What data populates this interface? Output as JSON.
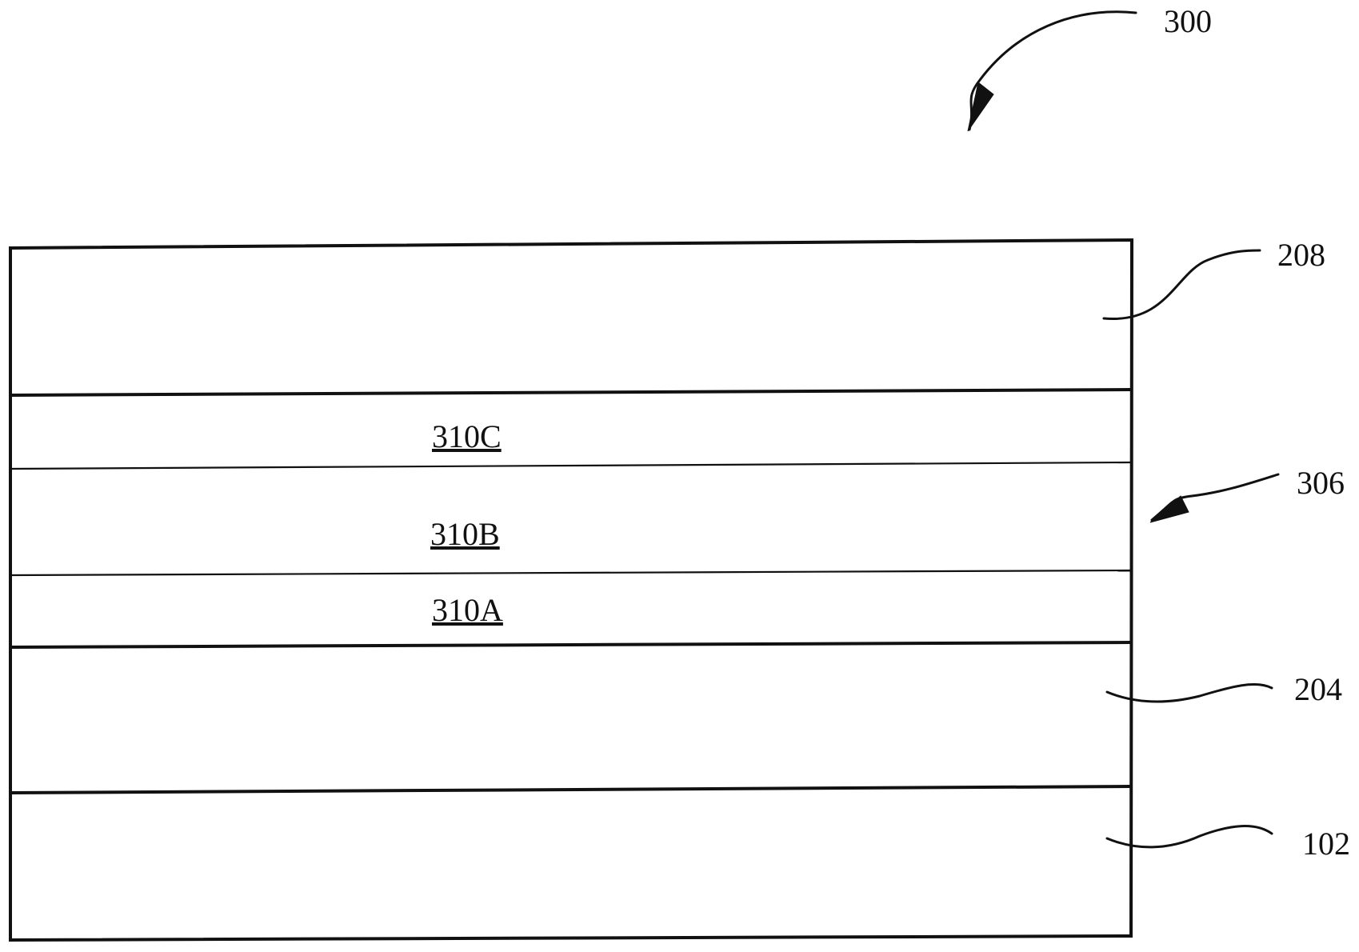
{
  "figure": {
    "reference_numerals": {
      "device": "300",
      "layer_top": "208",
      "stack": "306",
      "layer_middle": "204",
      "layer_bottom": "102"
    },
    "stack_layers": {
      "upper": "310C",
      "middle": "310B",
      "lower": "310A"
    }
  }
}
